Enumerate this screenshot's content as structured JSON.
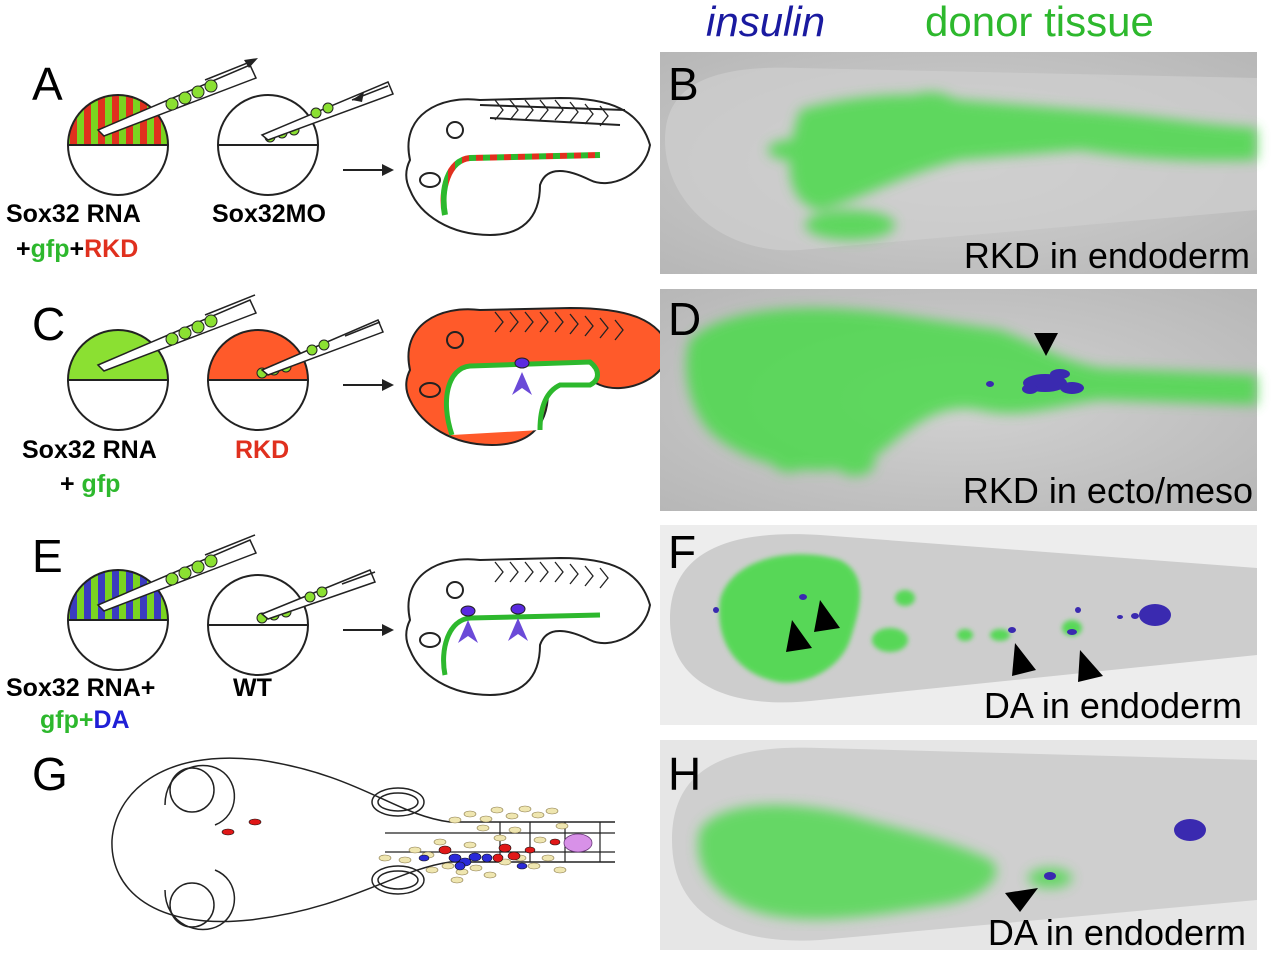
{
  "header": {
    "insulin": "insulin",
    "donor_tissue": "donor tissue"
  },
  "colors": {
    "insulin_blue": "#1a1aa0",
    "donor_green": "#2db82d",
    "rkd_red": "#e0301e",
    "da_blue": "#1f1fd6",
    "pale_green": "#7ee04a",
    "egg_green": "#8be032",
    "photo_bg": "#c9c9c9",
    "gfp_green": "#4cd94c",
    "insulin_spot": "#3a2ab0",
    "yellow_cells": "#efe6b0",
    "lilac_cell": "#d891e8"
  },
  "panels": {
    "A": {
      "letter": "A",
      "caption1": "Sox32 RNA",
      "caption2_plus1": "+",
      "caption2_gfp": "gfp",
      "caption2_plus2": "+",
      "caption2_rkd": "RKD",
      "mo_label": "Sox32MO"
    },
    "B": {
      "letter": "B",
      "label": "RKD in endoderm"
    },
    "C": {
      "letter": "C",
      "caption1": "Sox32 RNA",
      "caption2_plus": "+ ",
      "caption2_gfp": "gfp",
      "rkd_label": "RKD"
    },
    "D": {
      "letter": "D",
      "label": "RKD in ecto/meso"
    },
    "E": {
      "letter": "E",
      "caption1": "Sox32 RNA+",
      "caption2_gfp": "gfp+",
      "caption2_da": "DA",
      "wt_label": "WT"
    },
    "F": {
      "letter": "F",
      "label": "DA in endoderm"
    },
    "G": {
      "letter": "G"
    },
    "H": {
      "letter": "H",
      "label": "DA in endoderm"
    }
  }
}
